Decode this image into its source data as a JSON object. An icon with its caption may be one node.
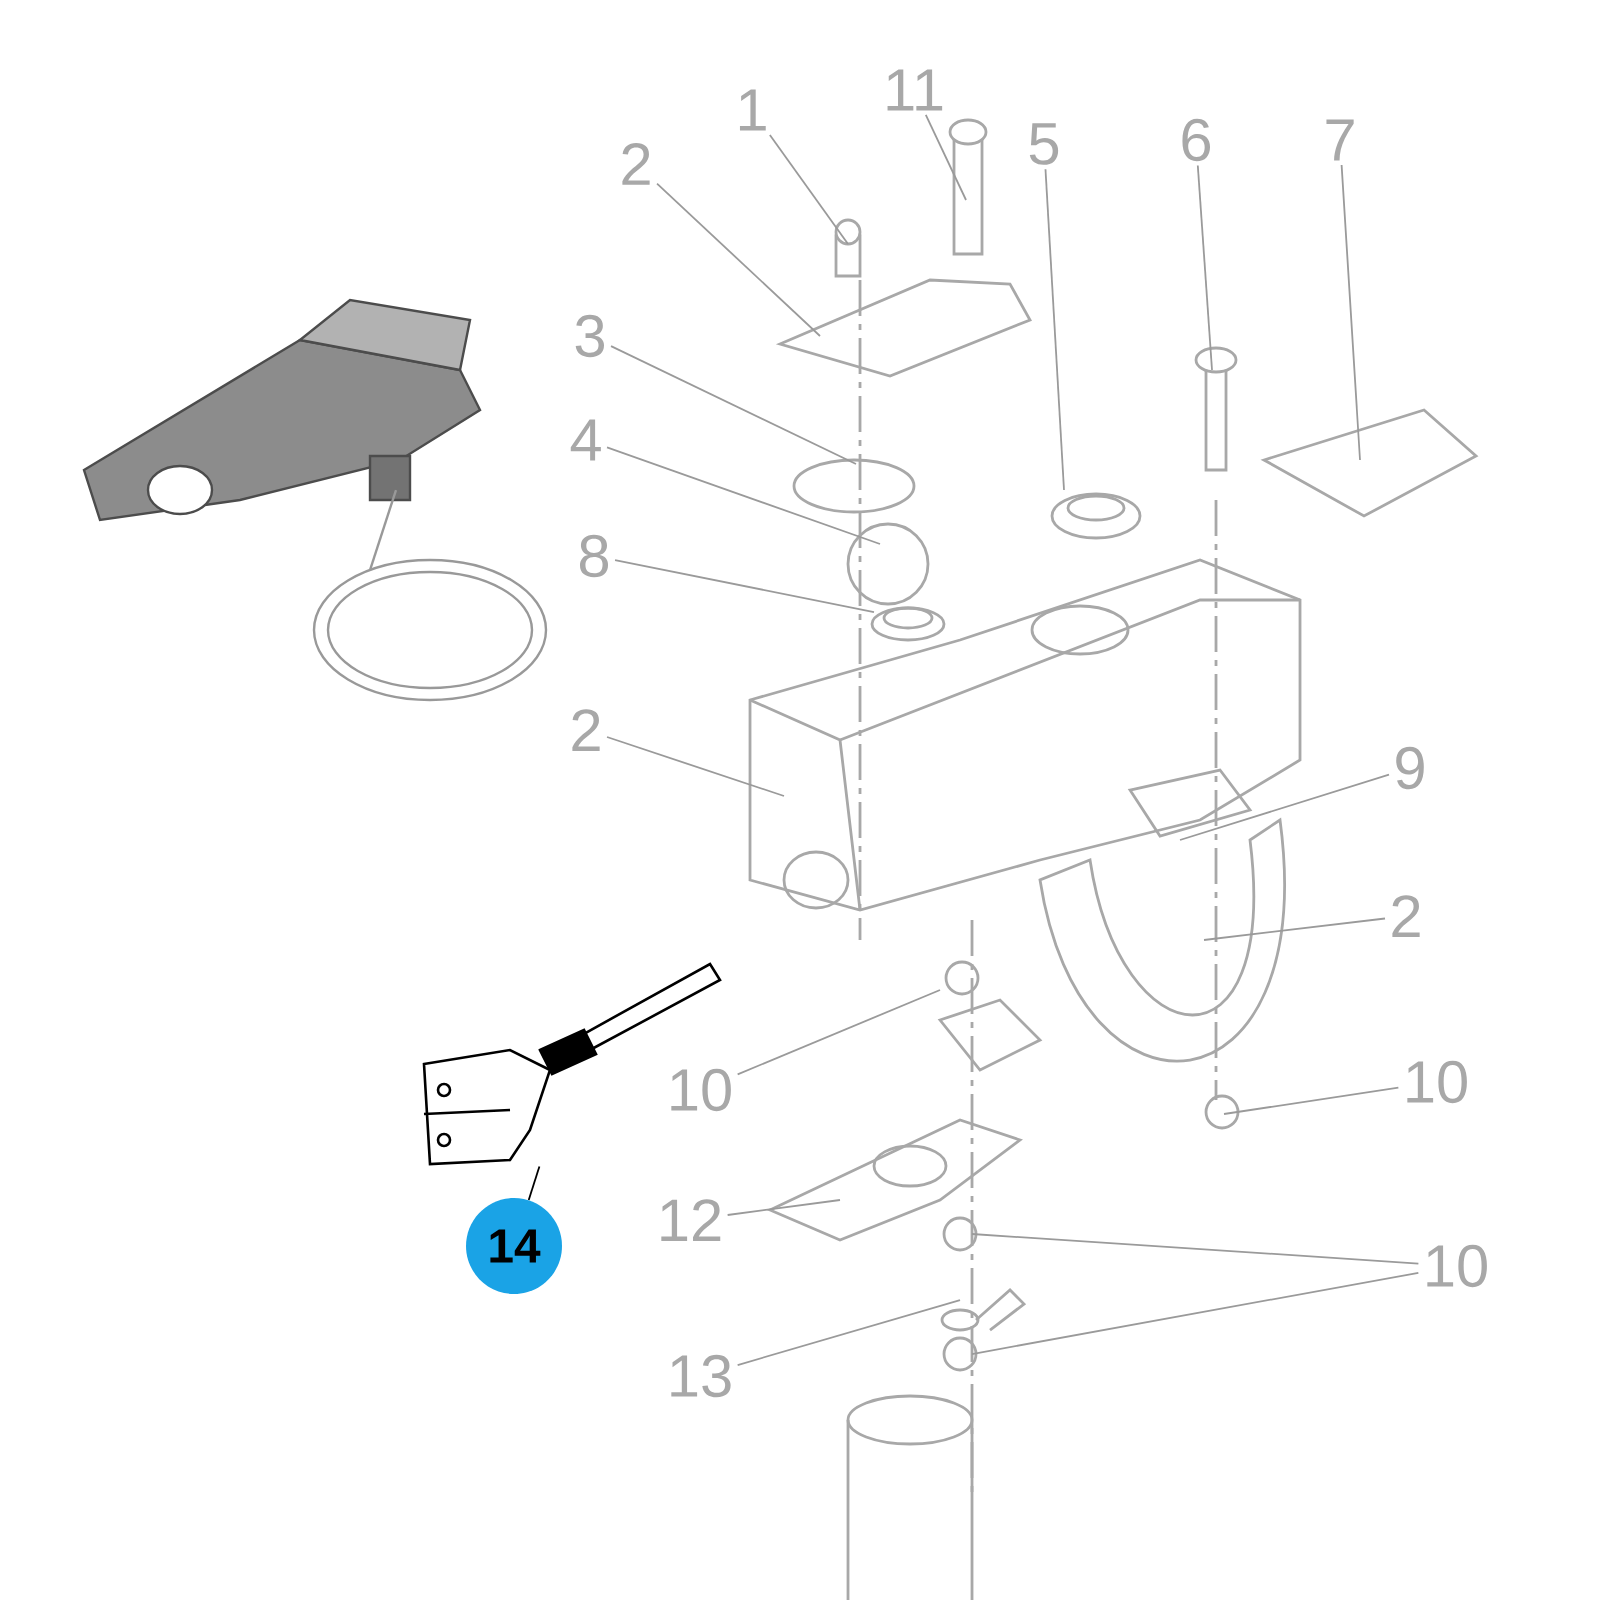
{
  "diagram": {
    "nodes": [
      {
        "text": [
          "1"
        ]
      },
      {
        "text": [
          "11"
        ]
      },
      {
        "text": [
          "5"
        ]
      },
      {
        "text": [
          "6"
        ]
      },
      {
        "text": [
          "7"
        ]
      },
      {
        "text": [
          "2"
        ]
      },
      {
        "text": [
          "3"
        ]
      },
      {
        "text": [
          "4"
        ]
      },
      {
        "text": [
          "8"
        ]
      },
      {
        "text": [
          "2"
        ]
      },
      {
        "text": [
          "9"
        ]
      },
      {
        "text": [
          "2"
        ]
      },
      {
        "text": [
          "10"
        ]
      },
      {
        "text": [
          "10"
        ]
      },
      {
        "text": [
          "12"
        ]
      },
      {
        "text": [
          "10"
        ]
      },
      {
        "text": [
          "13"
        ]
      },
      {
        "text": [
          "14"
        ]
      },
      {
        "text": [],
        "shape": "picture"
      }
    ],
    "edges": [
      {
        "from": 0,
        "to": null,
        "arrow": "none"
      },
      {
        "from": 1,
        "to": null,
        "arrow": "none"
      },
      {
        "from": 2,
        "to": null,
        "arrow": "none"
      },
      {
        "from": 3,
        "to": null,
        "arrow": "none"
      },
      {
        "from": 4,
        "to": null,
        "arrow": "none"
      },
      {
        "from": 5,
        "to": null,
        "arrow": "none"
      },
      {
        "from": 6,
        "to": null,
        "arrow": "none"
      },
      {
        "from": 7,
        "to": null,
        "arrow": "none"
      },
      {
        "from": 8,
        "to": null,
        "arrow": "none"
      },
      {
        "from": 9,
        "to": null,
        "arrow": "none"
      },
      {
        "from": 10,
        "to": null,
        "arrow": "none"
      },
      {
        "from": 11,
        "to": null,
        "arrow": "none"
      },
      {
        "from": 12,
        "to": null,
        "arrow": "none"
      },
      {
        "from": 13,
        "to": null,
        "arrow": "none"
      },
      {
        "from": 14,
        "to": null,
        "arrow": "none"
      },
      {
        "from": 15,
        "to": null,
        "arrow": "none"
      },
      {
        "from": 15,
        "to": null,
        "arrow": "none"
      },
      {
        "from": 16,
        "to": null,
        "arrow": "none"
      },
      {
        "from": 17,
        "to": 18,
        "arrow": "none",
        "color": "#000000"
      }
    ]
  }
}
